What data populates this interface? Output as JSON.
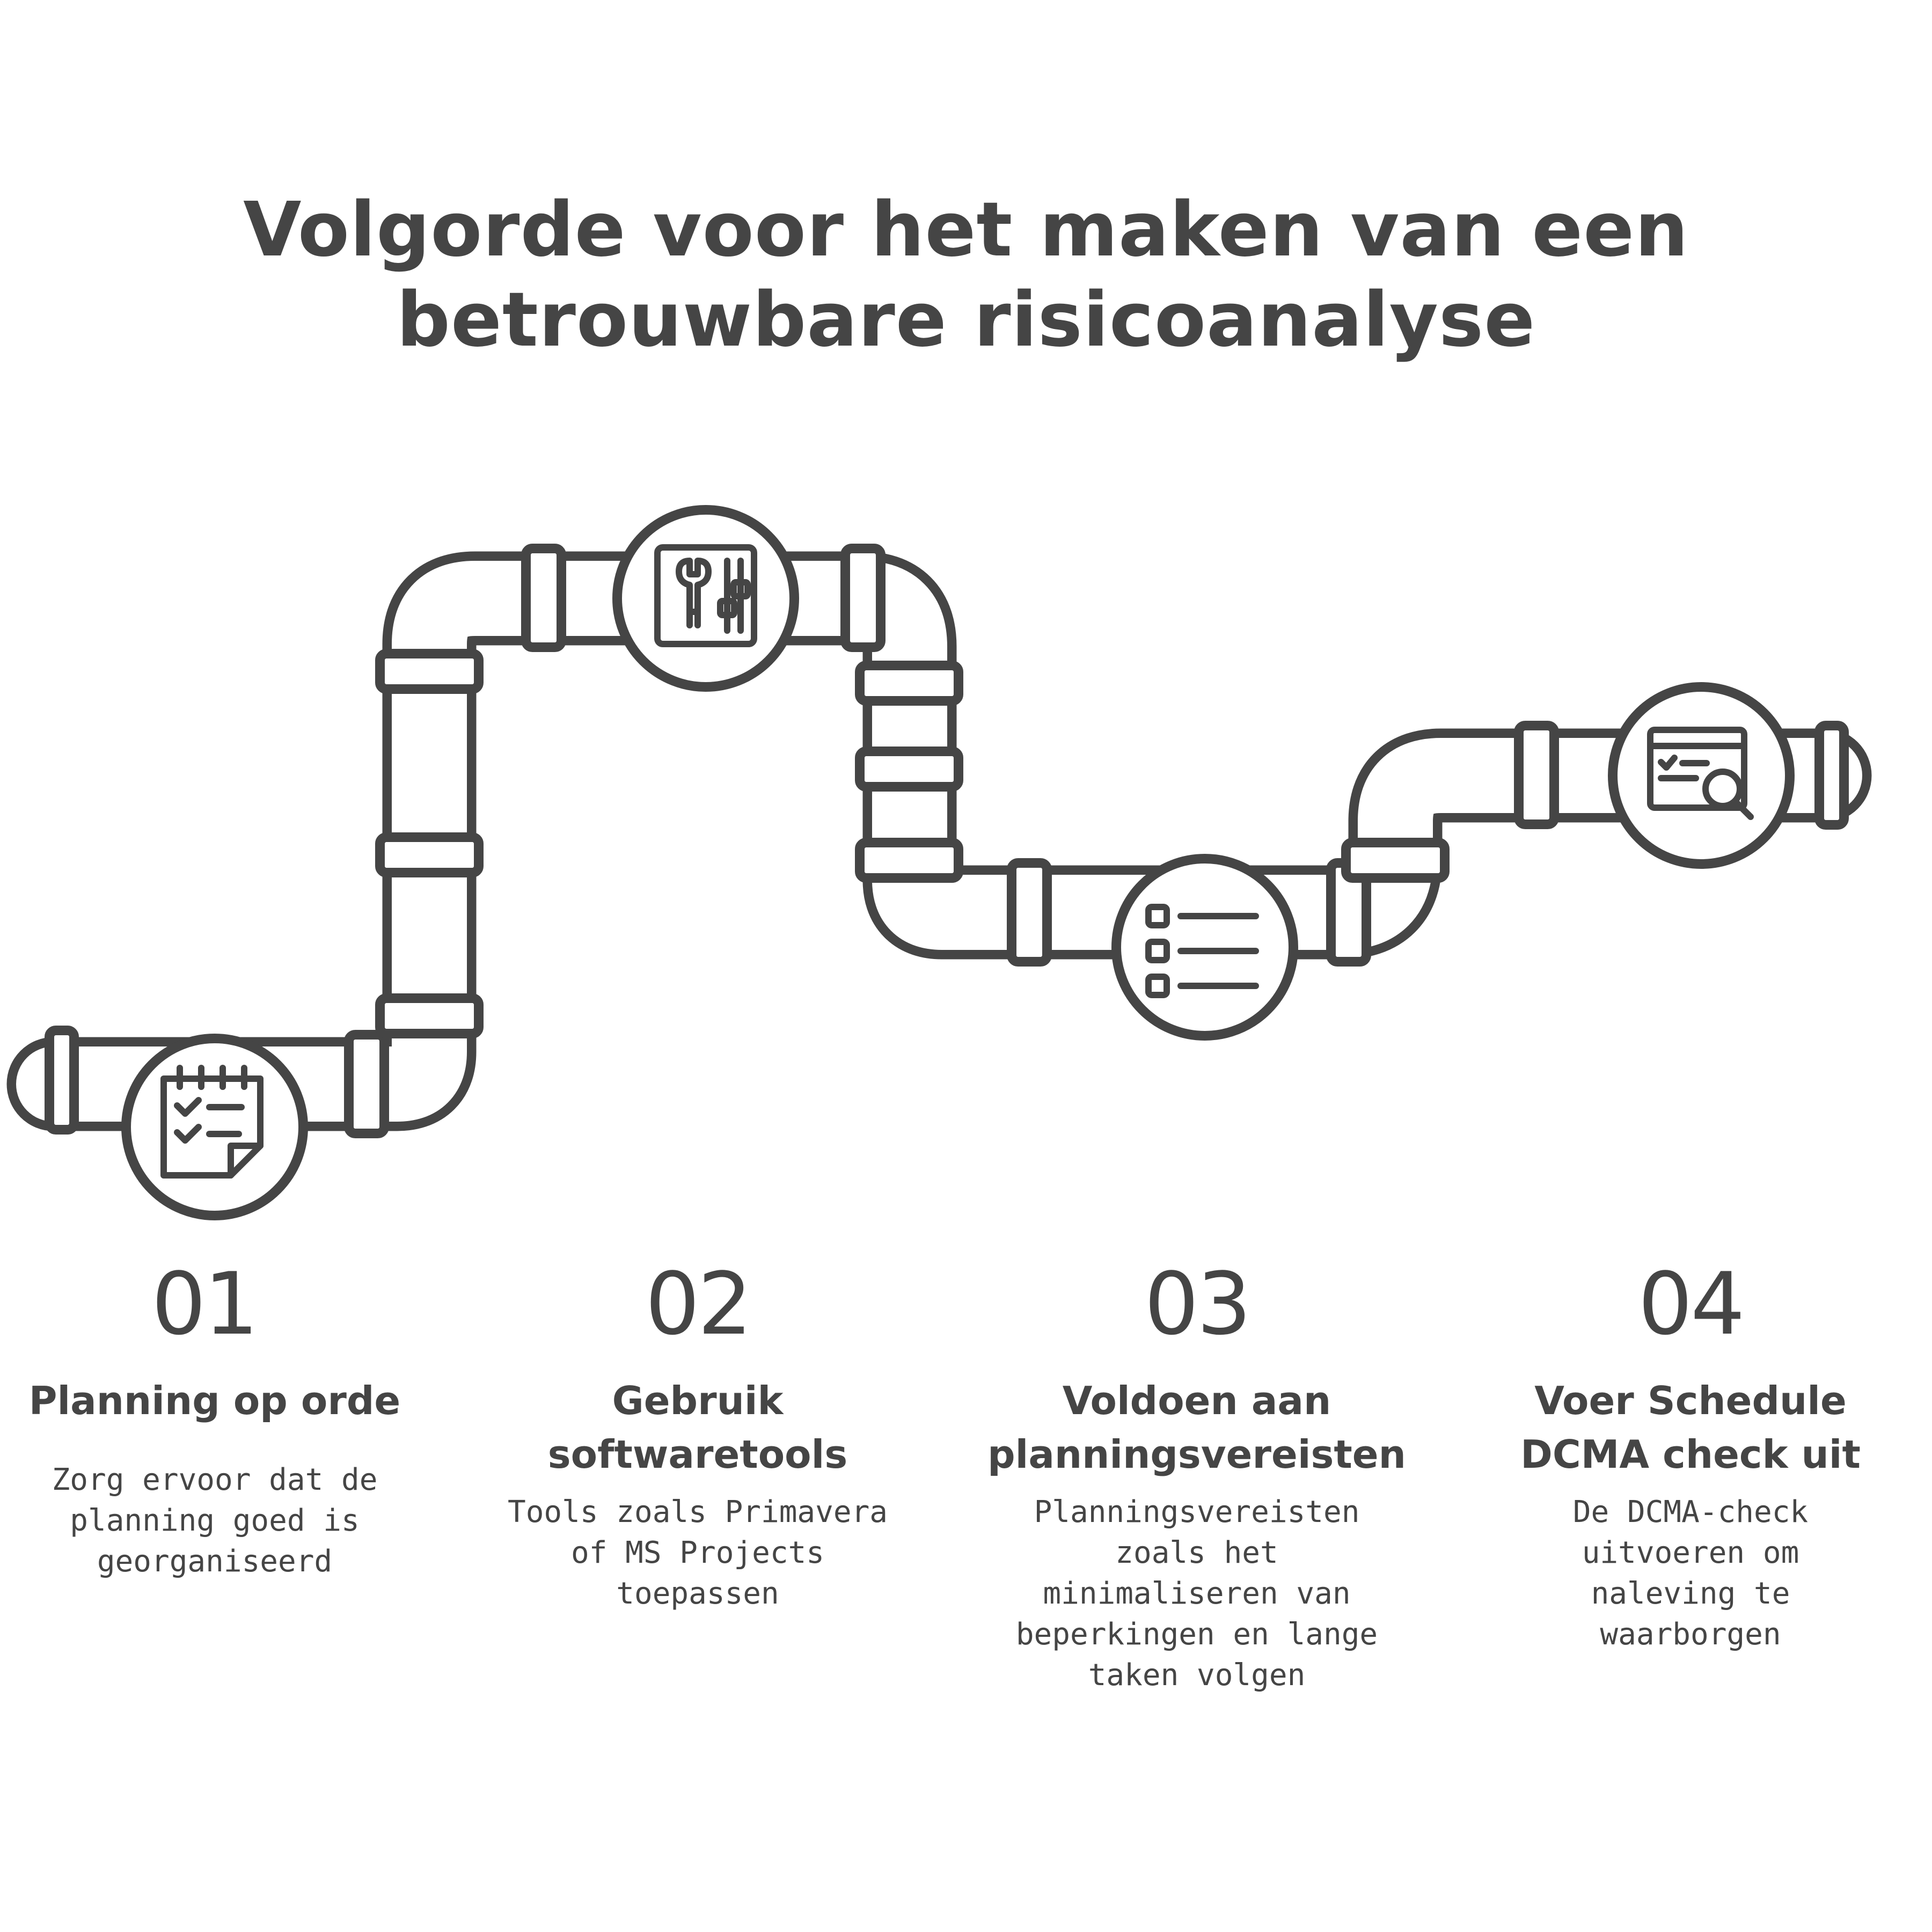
{
  "title": "Volgorde voor het maken van een betrouwbare risicoanalyse",
  "colors": {
    "stroke": "#454545",
    "pipe_fill": "#ffffff",
    "background": "#ffffff"
  },
  "steps": [
    {
      "number": "01",
      "title": "Planning op orde",
      "description": "Zorg ervoor dat de planning goed is georganiseerd",
      "icon": "checklist-document-icon"
    },
    {
      "number": "02",
      "title": "Gebruik softwaretools",
      "description": "Tools zoals Primavera of MS Projects toepassen",
      "icon": "tools-icon"
    },
    {
      "number": "03",
      "title": "Voldoen aan planningsvereisten",
      "description": "Planningsvereisten zoals het minimaliseren van beperkingen en lange taken volgen",
      "icon": "list-icon"
    },
    {
      "number": "04",
      "title": "Voer Schedule DCMA check uit",
      "description": "De DCMA-check uitvoeren om naleving te waarborgen",
      "icon": "web-search-icon"
    }
  ]
}
